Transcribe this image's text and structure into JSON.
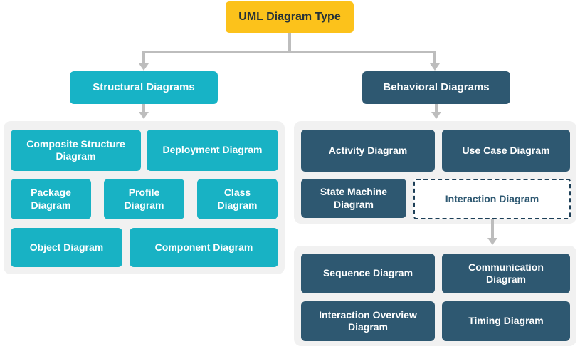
{
  "diagram": {
    "title": "UML Diagram Type",
    "root": {
      "label": "UML Diagram Type"
    },
    "branches": [
      {
        "key": "structural",
        "header": "Structural Diagrams",
        "color": "#18b2c4",
        "items": [
          "Composite Structure Diagram",
          "Deployment Diagram",
          "Package Diagram",
          "Profile Diagram",
          "Class Diagram",
          "Object Diagram",
          "Component Diagram"
        ]
      },
      {
        "key": "behavioral",
        "header": "Behavioral Diagrams",
        "color": "#2e5871",
        "items": [
          "Activity Diagram",
          "Use Case Diagram",
          "State Machine Diagram",
          "Interaction Diagram"
        ],
        "sub": {
          "parent": "Interaction Diagram",
          "items": [
            "Sequence Diagram",
            "Communication Diagram",
            "Interaction Overview Diagram",
            "Timing Diagram"
          ]
        }
      }
    ],
    "colors": {
      "root_bg": "#fcc21b",
      "root_text": "#263238",
      "structural_bg": "#18b2c4",
      "behavioral_bg": "#2e5871",
      "panel_bg": "#f1f1f1",
      "connector": "#bdbdbd",
      "dashed_border": "#1d3f57",
      "dashed_text": "#2e5871",
      "node_text": "#ffffff"
    }
  }
}
